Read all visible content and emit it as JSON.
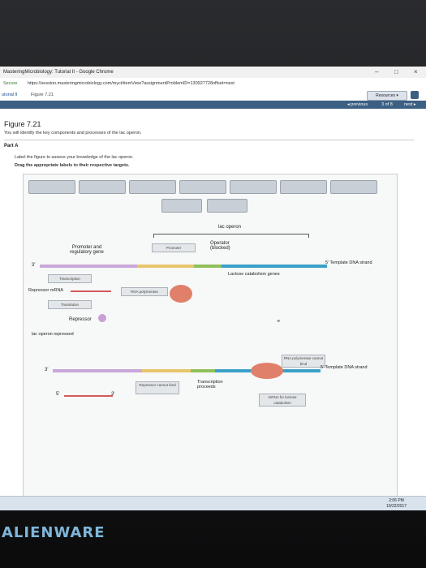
{
  "window": {
    "title": "MasteringMicrobiology: Tutorial II - Google Chrome",
    "controls": [
      "–",
      "□",
      "×"
    ]
  },
  "address_bar": {
    "secure_label": "Secure",
    "url": "https://session.masteringmicrobiology.com/myct/itemView?assignmentProblemID=130927728offset=next"
  },
  "breadcrumb": {
    "tutorial": "utorial II",
    "figure": "Figure 7.21",
    "resources_button": "Resources ▾"
  },
  "pager": {
    "previous": "◂ previous",
    "position": "3 of 8",
    "next": "next ▸"
  },
  "page": {
    "title": "Figure 7.21",
    "intro": "You will identify the key components and processes of the lac operon.",
    "part": "Part A",
    "instruction": "Label the figure to assess your knowledge of the lac operon.",
    "drag_instruction": "Drag the appropriate labels to their respective targets."
  },
  "figure": {
    "operon_label": "lac operon",
    "promoter_reg_label": "Promoter and regulatory gene",
    "promoter_chip": "Promoter",
    "operator_label": "Operator (blocked)",
    "template_strand_1": "5' Template DNA strand",
    "three_prime": "3'",
    "five_prime": "5'",
    "lactose_genes": "Lactose catabolism genes",
    "transcription_chip": "Transcription",
    "repressor_mrna": "Repressor mRNA",
    "rna_polymerase_chip": "RNA polymerase",
    "translation_chip": "Translation",
    "repressor_label": "Repressor",
    "repressed_label": "lac operon repressed",
    "rnap_cannot_bind": "RNA polymerase cannot bind",
    "template_strand_2": "5' Template DNA strand",
    "repressor_cannot_bind": "Repressor cannot bind",
    "transcription_proceeds": "Transcription proceeds",
    "mrna_lactose": "mRNA for lactose catabolism"
  },
  "taskbar": {
    "time": "2:06 PM",
    "date": "10/22/2017"
  },
  "brand": "ALIENWARE"
}
